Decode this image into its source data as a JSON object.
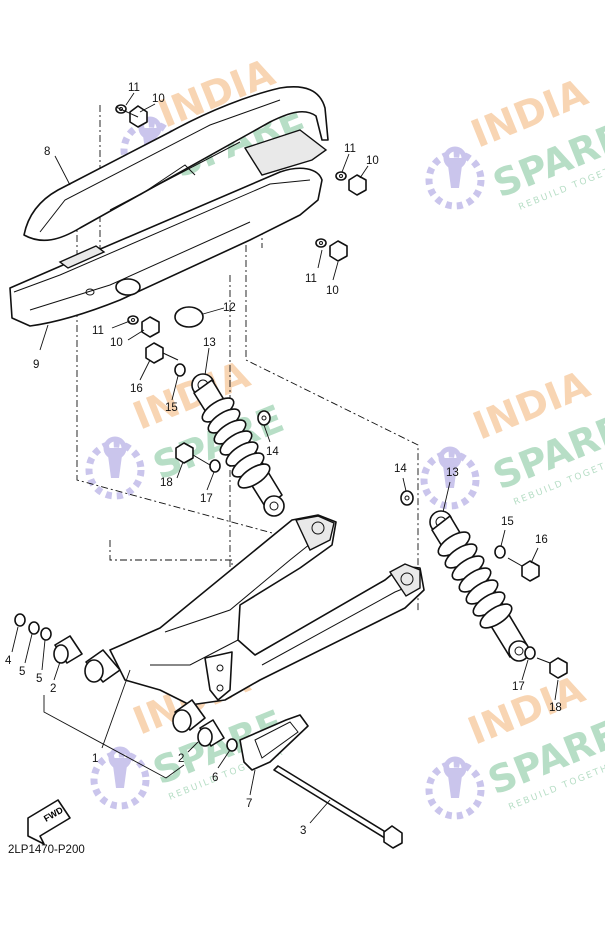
{
  "diagram_code": "2LP1470-P200",
  "fwd_label": "FWD",
  "watermark": {
    "line1": "INDIA",
    "line2": "SPARE",
    "tagline": "REBUILD TOGETHER",
    "colors": {
      "india": "#f6c79a",
      "spare": "#9fd3b3",
      "icon": "#b9b2e6"
    }
  },
  "callouts": {
    "n1": "1",
    "n2a": "2",
    "n2b": "2",
    "n3": "3",
    "n4": "4",
    "n5a": "5",
    "n5b": "5",
    "n6": "6",
    "n7": "7",
    "n8": "8",
    "n9": "9",
    "n10a": "10",
    "n10b": "10",
    "n10c": "10",
    "n10d": "10",
    "n11a": "11",
    "n11b": "11",
    "n11c": "11",
    "n11d": "11",
    "n12": "12",
    "n13a": "13",
    "n13b": "13",
    "n14a": "14",
    "n14b": "14",
    "n15a": "15",
    "n15b": "15",
    "n16a": "16",
    "n16b": "16",
    "n17a": "17",
    "n17b": "17",
    "n18a": "18",
    "n18b": "18"
  }
}
